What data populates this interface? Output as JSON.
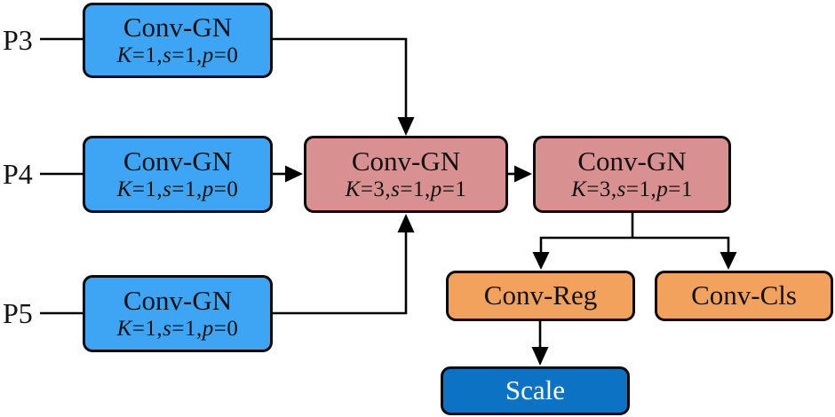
{
  "figure": {
    "description": "Detection head architecture diagram",
    "inputs": [
      {
        "label": "P3",
        "conv": {
          "title": "Conv-GN",
          "params": [
            {
              "t": "K",
              "i": 1
            },
            {
              "t": "=1,",
              "i": 0
            },
            {
              "t": "s",
              "i": 1
            },
            {
              "t": "=1,",
              "i": 0
            },
            {
              "t": "p",
              "i": 1
            },
            {
              "t": "=0",
              "i": 0
            }
          ]
        }
      },
      {
        "label": "P4",
        "conv": {
          "title": "Conv-GN",
          "params": [
            {
              "t": "K",
              "i": 1
            },
            {
              "t": "=1,",
              "i": 0
            },
            {
              "t": "s",
              "i": 1
            },
            {
              "t": "=1,",
              "i": 0
            },
            {
              "t": "p",
              "i": 1
            },
            {
              "t": "=0",
              "i": 0
            }
          ]
        }
      },
      {
        "label": "P5",
        "conv": {
          "title": "Conv-GN",
          "params": [
            {
              "t": "K",
              "i": 1
            },
            {
              "t": "=1,",
              "i": 0
            },
            {
              "t": "s",
              "i": 1
            },
            {
              "t": "=1,",
              "i": 0
            },
            {
              "t": "p",
              "i": 1
            },
            {
              "t": "=0",
              "i": 0
            }
          ]
        }
      }
    ],
    "head": {
      "conv1": {
        "title": "Conv-GN",
        "params": [
          {
            "t": "K",
            "i": 1
          },
          {
            "t": "=3,",
            "i": 0
          },
          {
            "t": "s",
            "i": 1
          },
          {
            "t": "=1,",
            "i": 0
          },
          {
            "t": "p",
            "i": 1
          },
          {
            "t": "=1",
            "i": 0
          }
        ]
      },
      "conv2": {
        "title": "Conv-GN",
        "params": [
          {
            "t": "K",
            "i": 1
          },
          {
            "t": "=3,",
            "i": 0
          },
          {
            "t": "s",
            "i": 1
          },
          {
            "t": "=1,",
            "i": 0
          },
          {
            "t": "p",
            "i": 1
          },
          {
            "t": "=1",
            "i": 0
          }
        ]
      }
    },
    "branches": {
      "reg": {
        "label": "Conv-Reg"
      },
      "cls": {
        "label": "Conv-Cls"
      },
      "scale": {
        "label": "Scale"
      }
    }
  },
  "colors": {
    "input_box": "#3EA4F4",
    "head_box": "#D89190",
    "branch_box": "#F2A25C",
    "scale_box": "#0B72C4",
    "line": "#000000",
    "text": "#111111"
  }
}
